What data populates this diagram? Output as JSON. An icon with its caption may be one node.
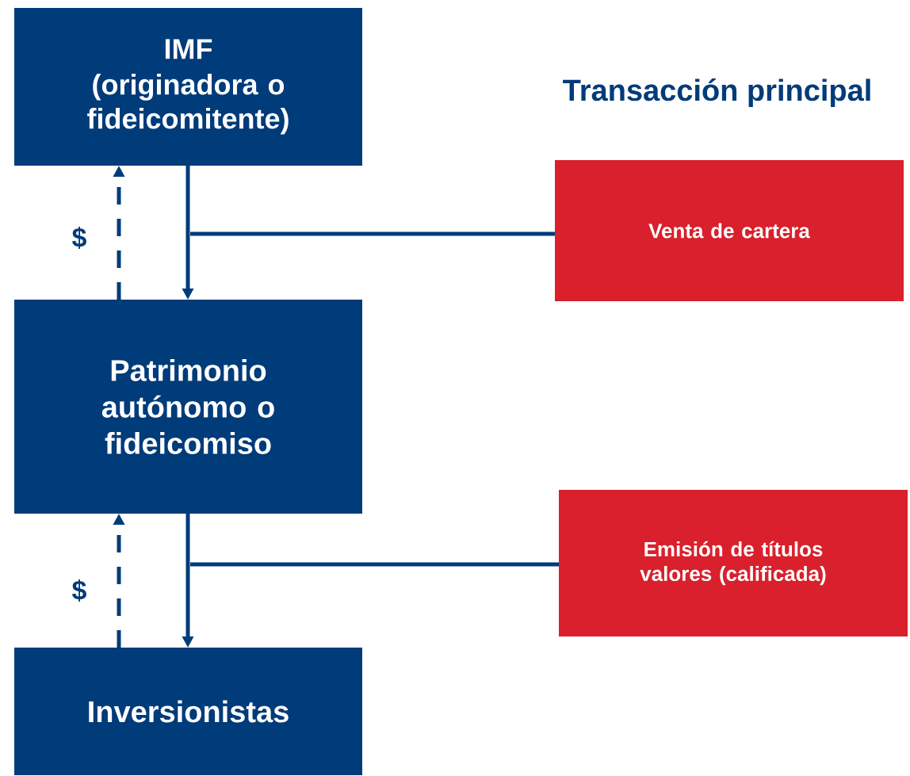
{
  "diagram": {
    "title": "Transacción principal",
    "nodes": [
      {
        "text": [
          "IMF",
          "(originadora o fideicomitente)"
        ]
      },
      {
        "text": [
          "Patrimonio autónomo o fideicomiso"
        ]
      },
      {
        "text": [
          "Inversionistas"
        ]
      },
      {
        "text": [
          "Venta de cartera"
        ]
      },
      {
        "text": [
          "Emisión de títulos valores (calificada)"
        ]
      }
    ],
    "edges": [
      {
        "from": 0,
        "to": 1,
        "arrow": "to"
      },
      {
        "from": 1,
        "to": 0,
        "arrow": "to",
        "style": "dashed",
        "label": "$"
      },
      {
        "from": 1,
        "to": 2,
        "arrow": "to"
      },
      {
        "from": 2,
        "to": 1,
        "arrow": "to",
        "style": "dashed",
        "label": "$"
      },
      {
        "from": 3,
        "to": null,
        "arrow": "none"
      },
      {
        "from": 4,
        "to": null,
        "arrow": "none"
      }
    ]
  }
}
